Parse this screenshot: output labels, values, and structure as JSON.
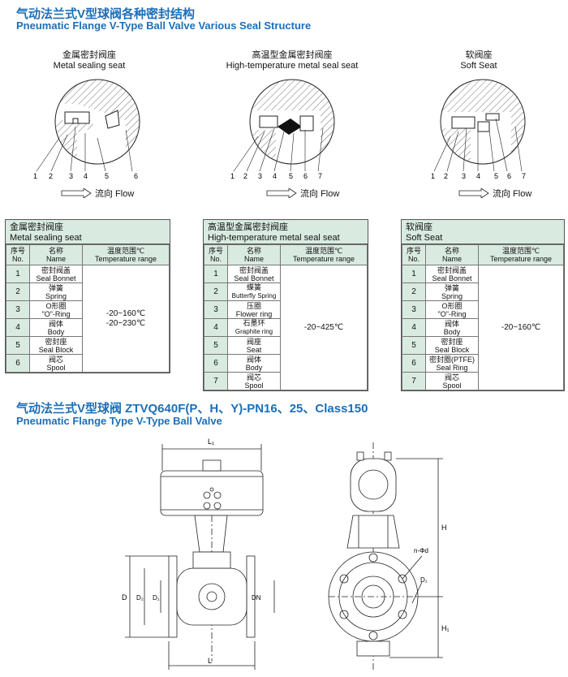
{
  "titles": {
    "top_cn": "气动法兰式V型球阀各种密封结构",
    "top_en": "Pneumatic Flange V-Type Ball Valve Various Seal Structure",
    "bottom_cn": "气动法兰式V型球阀 ZTVQ640F(P、H、Y)-PN16、25、Class150",
    "bottom_en": "Pneumatic Flange Type V-Type Ball Valve"
  },
  "diagrams": [
    {
      "cn": "金属密封阀座",
      "en": "Metal sealing seat",
      "labels": [
        "1",
        "2",
        "3",
        "4",
        "5",
        "6"
      ],
      "flow": "流向 Flow"
    },
    {
      "cn": "高温型金属密封阀座",
      "en": "High-temperature metal seal seat",
      "labels": [
        "1",
        "2",
        "3",
        "4",
        "5",
        "6",
        "7"
      ],
      "flow": "流向 Flow"
    },
    {
      "cn": "软阀座",
      "en": "Soft Seat",
      "labels": [
        "1",
        "2",
        "3",
        "4",
        "5",
        "6",
        "7"
      ],
      "flow": "流向 Flow"
    }
  ],
  "table_header": {
    "no_cn": "序号",
    "no_en": "No.",
    "name_cn": "名称",
    "name_en": "Name",
    "temp_cn": "温度范围℃",
    "temp_en": "Temperature range"
  },
  "tables": [
    {
      "title_cn": "金属密封阀座",
      "title_en": "Metal sealing seat",
      "temp_lines": [
        "-20~160℃",
        "-20~230℃"
      ],
      "rows": [
        {
          "no": "1",
          "cn": "密封阀盖",
          "en": "Seal Bonnet"
        },
        {
          "no": "2",
          "cn": "弹簧",
          "en": "Spring"
        },
        {
          "no": "3",
          "cn": "O形圈",
          "en": "\"O\"-Ring"
        },
        {
          "no": "4",
          "cn": "阀体",
          "en": "Body"
        },
        {
          "no": "5",
          "cn": "密封座",
          "en": "Seal Block"
        },
        {
          "no": "6",
          "cn": "阀芯",
          "en": "Spool"
        }
      ]
    },
    {
      "title_cn": "高温型金属密封阀座",
      "title_en": "High-temperature metal seal seat",
      "temp_lines": [
        "-20~425℃"
      ],
      "rows": [
        {
          "no": "1",
          "cn": "密封阀盖",
          "en": "Seal Bonnet"
        },
        {
          "no": "2",
          "cn": "蝶簧",
          "en": "Butterfly Spring"
        },
        {
          "no": "3",
          "cn": "压圈",
          "en": "Flower ring"
        },
        {
          "no": "4",
          "cn": "石墨环",
          "en": "Graphite ring"
        },
        {
          "no": "5",
          "cn": "阀座",
          "en": "Seat"
        },
        {
          "no": "6",
          "cn": "阀体",
          "en": "Body"
        },
        {
          "no": "7",
          "cn": "阀芯",
          "en": "Spool"
        }
      ]
    },
    {
      "title_cn": "软阀座",
      "title_en": "Soft Seat",
      "temp_lines": [
        "-20~160℃"
      ],
      "rows": [
        {
          "no": "1",
          "cn": "密封阀盖",
          "en": "Seal Bonnet"
        },
        {
          "no": "2",
          "cn": "弹簧",
          "en": "Spring"
        },
        {
          "no": "3",
          "cn": "O形圈",
          "en": "\"O\"-Ring"
        },
        {
          "no": "4",
          "cn": "阀体",
          "en": "Body"
        },
        {
          "no": "5",
          "cn": "密封座",
          "en": "Seal Block"
        },
        {
          "no": "6",
          "cn": "密封圈(PTFE)",
          "en": "Seal Ring"
        },
        {
          "no": "7",
          "cn": "阀芯",
          "en": "Spool"
        }
      ]
    }
  ],
  "dimensions": {
    "front": {
      "top": "L₁",
      "bottom": "L",
      "left1": "D",
      "left2": "D₂",
      "left3": "D₁",
      "right": "DN"
    },
    "side": {
      "h": "H",
      "h1": "H₁",
      "holes": "n-Φd",
      "d1": "D₁"
    }
  },
  "colors": {
    "accent": "#1d6fb8",
    "table_fill": "#d9ebe1"
  }
}
